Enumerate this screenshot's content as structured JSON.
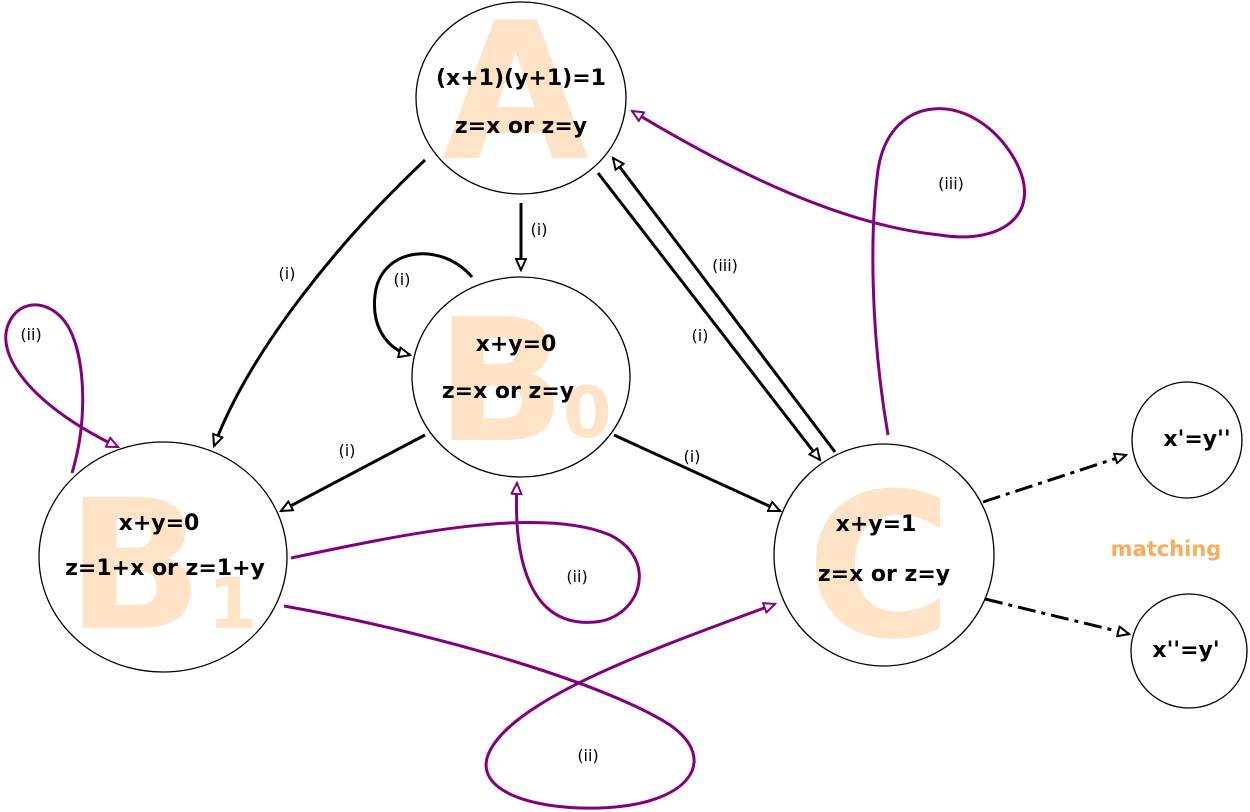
{
  "nodes": {
    "A": {
      "letter": "A",
      "subscript": "",
      "line1": "(x+1)(y+1)=1",
      "line2": "z=x  or z=y"
    },
    "B0": {
      "letter": "B",
      "subscript": "0",
      "line1": "x+y=0",
      "line2": "z=x or z=y"
    },
    "B1": {
      "letter": "B",
      "subscript": "1",
      "line1": "x+y=0",
      "line2": "z=1+x or z=1+y"
    },
    "C": {
      "letter": "C",
      "subscript": "",
      "line1": "x+y=1",
      "line2": "z=x or z=y"
    },
    "X1": {
      "line1": "x'=y''"
    },
    "X2": {
      "line1": "x''=y'"
    }
  },
  "edge_labels": {
    "a_b1": "(i)",
    "a_b0": "(i)",
    "b0_loop": "(i)",
    "a_c": "(i)",
    "c_a": "(iii)",
    "c_loop": "(iii)",
    "b0_b1": "(i)",
    "b0_c": "(i)",
    "b1_loop": "(ii)",
    "b1_b0": "(ii)",
    "b1_c": "(ii)"
  },
  "matching_label": "matching",
  "colors": {
    "letter": "#ffe3c6",
    "purple_edge": "#800080",
    "matching": "#fbac5a"
  }
}
